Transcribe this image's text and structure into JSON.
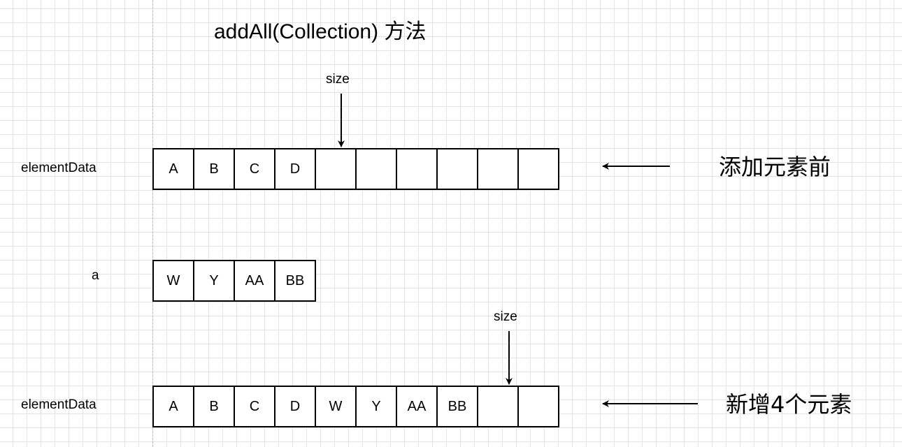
{
  "title": "addAll(Collection) 方法",
  "before": {
    "label": "elementData",
    "cells": [
      "A",
      "B",
      "C",
      "D",
      "",
      "",
      "",
      "",
      "",
      ""
    ],
    "size_label": "size",
    "note": "添加元素前"
  },
  "source": {
    "label": "a",
    "cells": [
      "W",
      "Y",
      "AA",
      "BB"
    ]
  },
  "after": {
    "label": "elementData",
    "cells": [
      "A",
      "B",
      "C",
      "D",
      "W",
      "Y",
      "AA",
      "BB",
      "",
      ""
    ],
    "size_label": "size",
    "note": "新增4个元素"
  }
}
